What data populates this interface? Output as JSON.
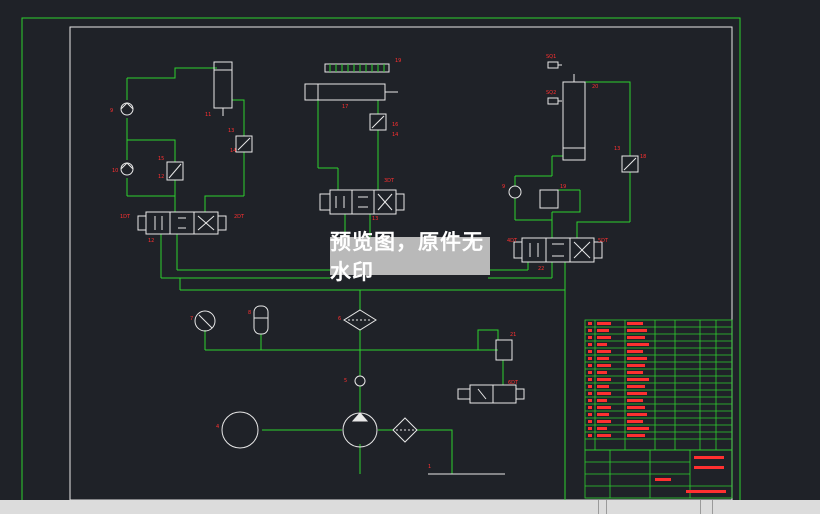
{
  "labels": {
    "n1": "1",
    "n4": "4",
    "n5": "5",
    "n6": "6",
    "n7": "7",
    "n8": "8",
    "n9": "9",
    "n10": "10",
    "n11": "11",
    "n12": "12",
    "n13": "13",
    "n14": "14",
    "n15": "15",
    "n16": "16",
    "n17": "17",
    "n18": "18",
    "n19": "19",
    "n20": "20",
    "n21": "21",
    "n22": "22",
    "v1": "1DT",
    "v2": "2DT",
    "v3": "3DT",
    "v4": "4DT",
    "v5": "5DT",
    "v6": "6DT",
    "v7": "7DT",
    "sq1": "SQ1",
    "sq2": "SQ2"
  },
  "watermark": "预览图，原件无水印",
  "colors": {
    "background": "#1f2228",
    "border": "#ffffff",
    "line": "#2ed12e",
    "symbol": "#ffffff",
    "text": "#ff3030",
    "watermark_bg": "#b9b9b9"
  }
}
